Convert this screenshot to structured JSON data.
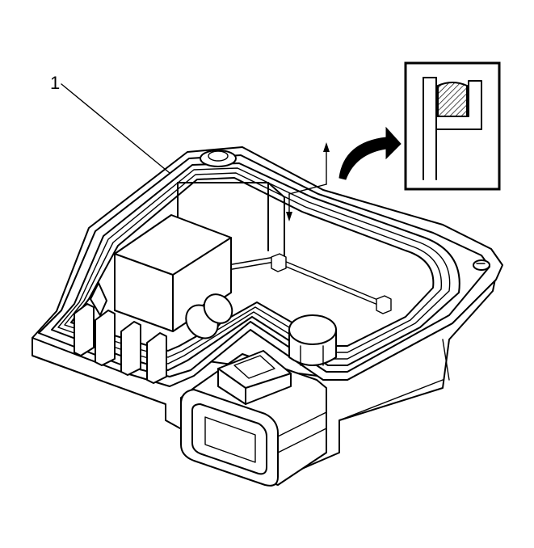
{
  "callouts": [
    {
      "id": "1",
      "label": "1"
    }
  ],
  "icons": [
    "detail-inset",
    "curved-arrow",
    "direction-arrows"
  ]
}
